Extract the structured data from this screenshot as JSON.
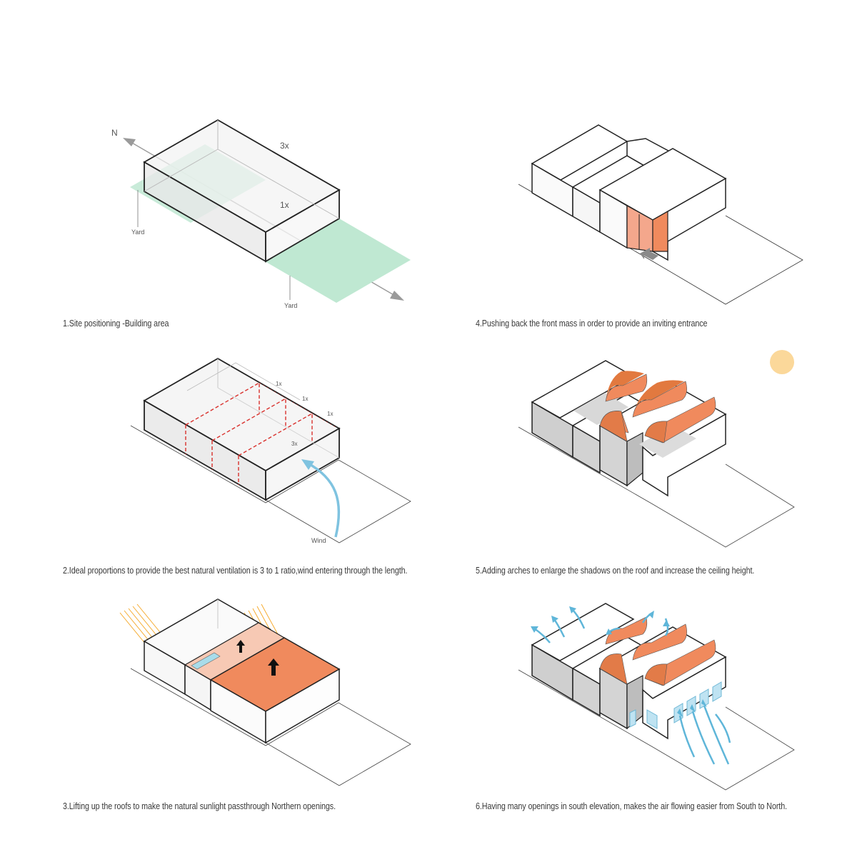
{
  "panels": [
    {
      "id": 1,
      "caption": "1.Site positioning -Building area",
      "labels": {
        "north": "N",
        "length": "3x",
        "width": "1x",
        "yard_left": "Yard",
        "yard_bottom": "Yard"
      }
    },
    {
      "id": 2,
      "caption": "2.Ideal proportions to provide the best natural ventilation is 3 to 1 ratio,wind entering through the length.",
      "labels": {
        "w1": "1x",
        "w2": "1x",
        "w3": "1x",
        "length": "3x",
        "wind": "Wind"
      }
    },
    {
      "id": 3,
      "caption": "3.Lifting up the roofs to make the natural sunlight passthrough Northern openings.",
      "labels": {}
    },
    {
      "id": 4,
      "caption": "4.Pushing back the front mass in order to provide an inviting entrance",
      "labels": {}
    },
    {
      "id": 5,
      "caption": "5.Adding arches to enlarge the shadows on the roof and increase the ceiling height.",
      "labels": {}
    },
    {
      "id": 6,
      "caption": "6.Having many openings in south elevation, makes the air flowing easier from South to North.",
      "labels": {}
    }
  ],
  "colors": {
    "yard_green": "#bfe8d2",
    "roof_orange": "#f08a5d",
    "entrance_salmon": "#f4a78c",
    "wind_blue": "#5fb6d9",
    "sun_yellow": "#fbd89a",
    "sunray_orange": "#f5a623",
    "red_dash": "#d9302c",
    "shadow_grey": "#c9c9c9",
    "outline": "#1a1a1a"
  }
}
